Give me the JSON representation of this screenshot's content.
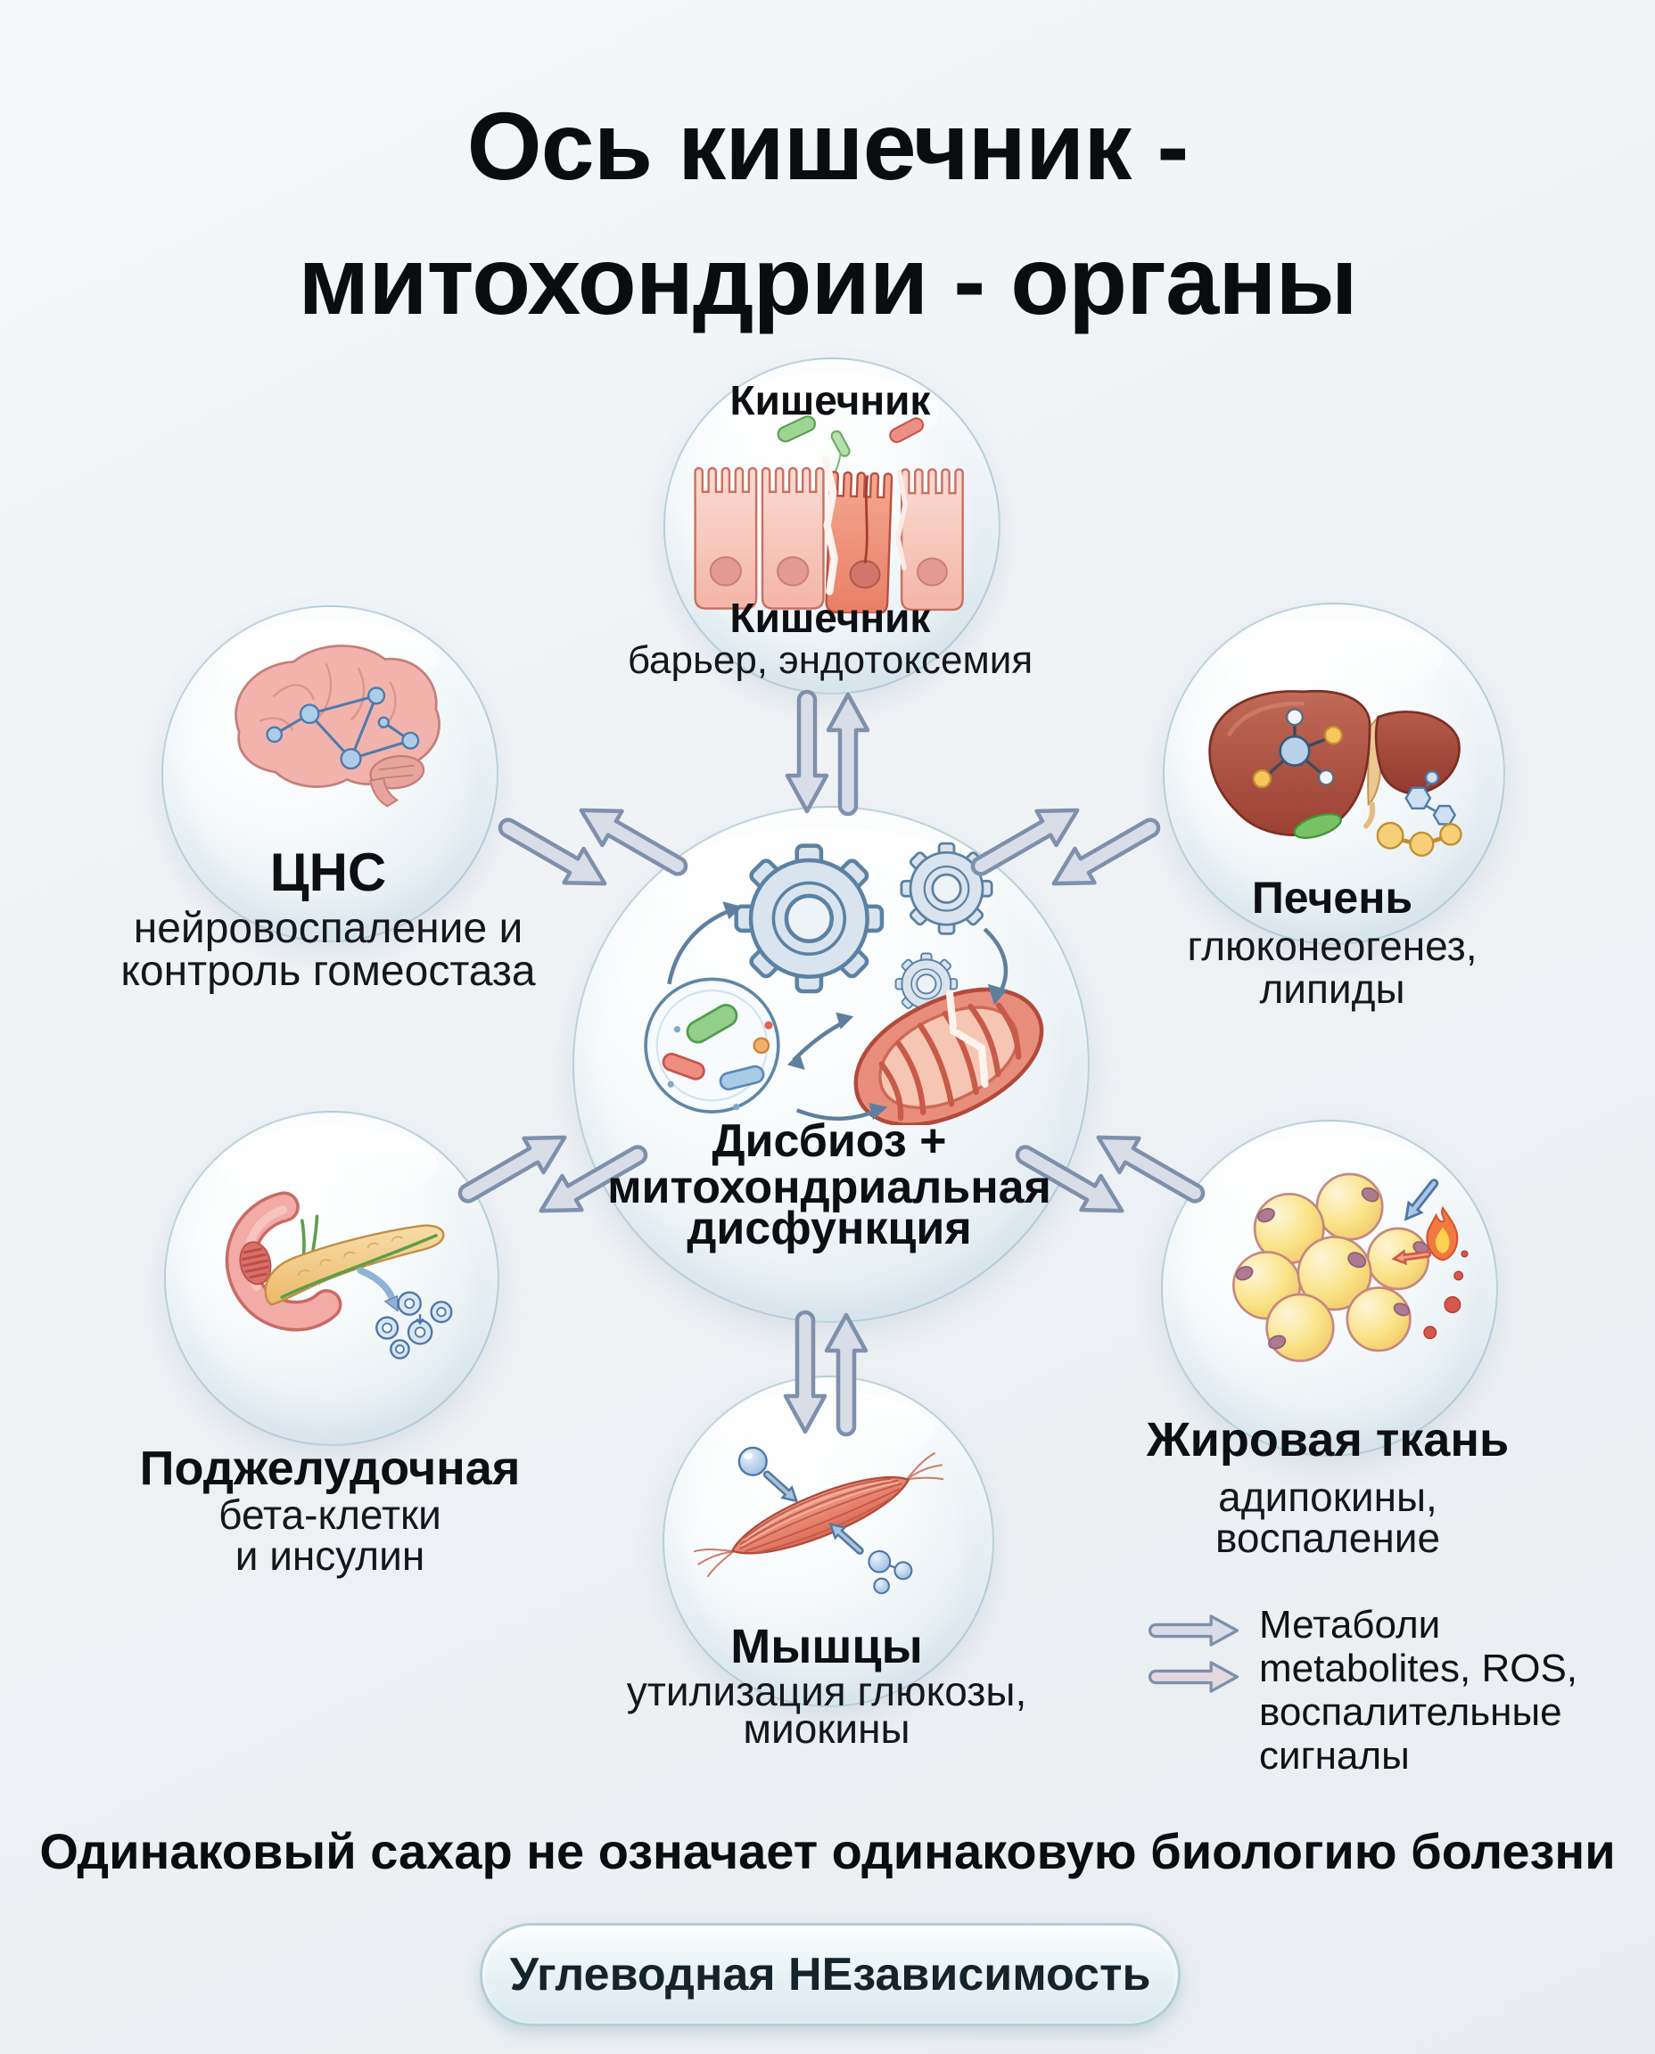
{
  "title": {
    "line1": "Ось кишечник -",
    "line2": "митохондрии - органы"
  },
  "nodes": {
    "gut": {
      "title": "Кишечник",
      "label": "Кишечник",
      "sub": "барьер, эндотоксемия"
    },
    "cns": {
      "label": "ЦНС",
      "sub1": "нейровоспаление и",
      "sub2": "контроль гомеостаза"
    },
    "liver": {
      "label": "Печень",
      "sub1": "глюконеогенез,",
      "sub2": "липиды"
    },
    "hub": {
      "line1": "Дисбиоз +",
      "line2": "митохондриальная",
      "line3": "дисфункция"
    },
    "pancreas": {
      "label": "Поджелудочная",
      "sub1": "бета-клетки",
      "sub2": "и инсулин"
    },
    "adipose": {
      "label": "Жировая ткань",
      "sub1": "адипокины,",
      "sub2": "воспаление"
    },
    "muscle": {
      "label": "Мышцы",
      "sub1": "утилизация глюкозы,",
      "sub2": "миокины"
    }
  },
  "legend": {
    "line1": "Метаболи",
    "line2": "metabolites, ROS,",
    "line3": "воспалительные",
    "line4": "сигналы"
  },
  "footer": {
    "statement": "Одинаковый сахар не означает одинаковую биологию болезни",
    "button_label": "Углеводная НЕзависимость"
  },
  "colors": {
    "background": "#eff2f5",
    "arrow_fill": "#d8dde8",
    "arrow_stroke": "#7e90ac",
    "bubble_border": "#8cb0c0",
    "accent_red": "#d6574c",
    "accent_yellow": "#f3cd6e",
    "accent_blue": "#88abd0",
    "accent_green": "#8fcf8a"
  }
}
